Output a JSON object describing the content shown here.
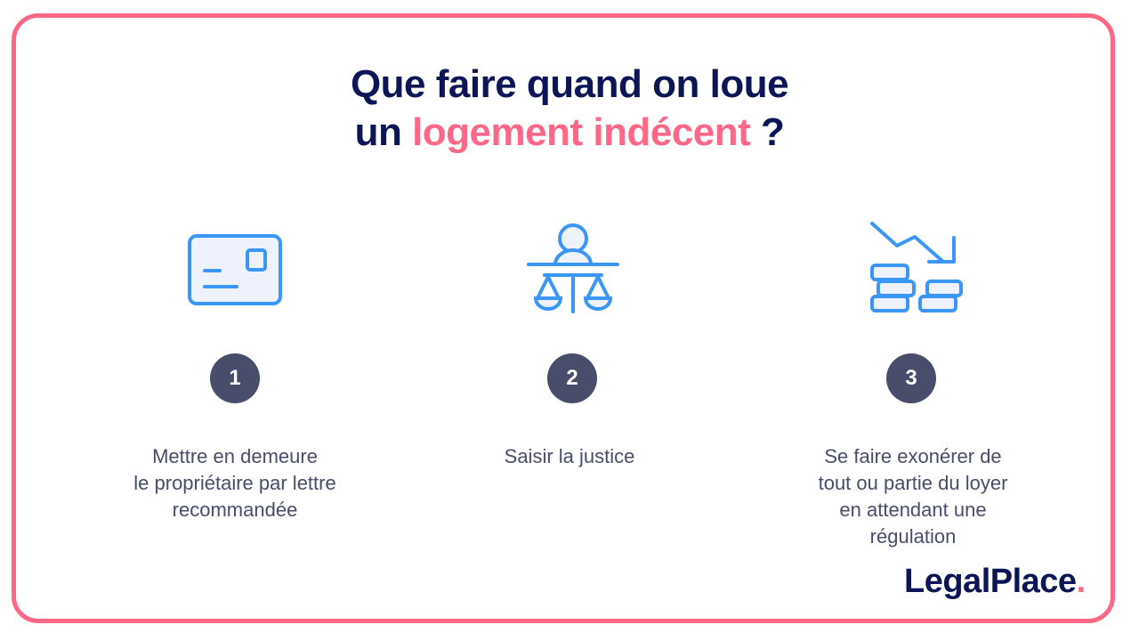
{
  "title": {
    "line1": "Que faire quand on loue",
    "line2_prefix": "un ",
    "line2_accent": "logement indécent",
    "line2_suffix": " ?"
  },
  "steps": [
    {
      "number": "1",
      "icon": "envelope-letter-icon",
      "text_lines": [
        "Mettre en demeure",
        "le propriétaire par lettre",
        "recommandée"
      ]
    },
    {
      "number": "2",
      "icon": "justice-scales-icon",
      "text_lines": [
        "Saisir la justice"
      ]
    },
    {
      "number": "3",
      "icon": "money-decrease-icon",
      "text_lines": [
        "Se faire exonérer de",
        "tout ou partie du loyer",
        "en attendant une",
        "régulation"
      ]
    }
  ],
  "logo": {
    "text": "LegalPlace",
    "dot": "."
  },
  "colors": {
    "navy": "#0c1657",
    "pink": "#ff6787",
    "blue": "#3b97f7",
    "badge": "#474d6a",
    "icon_fill": "#eef2fd"
  }
}
